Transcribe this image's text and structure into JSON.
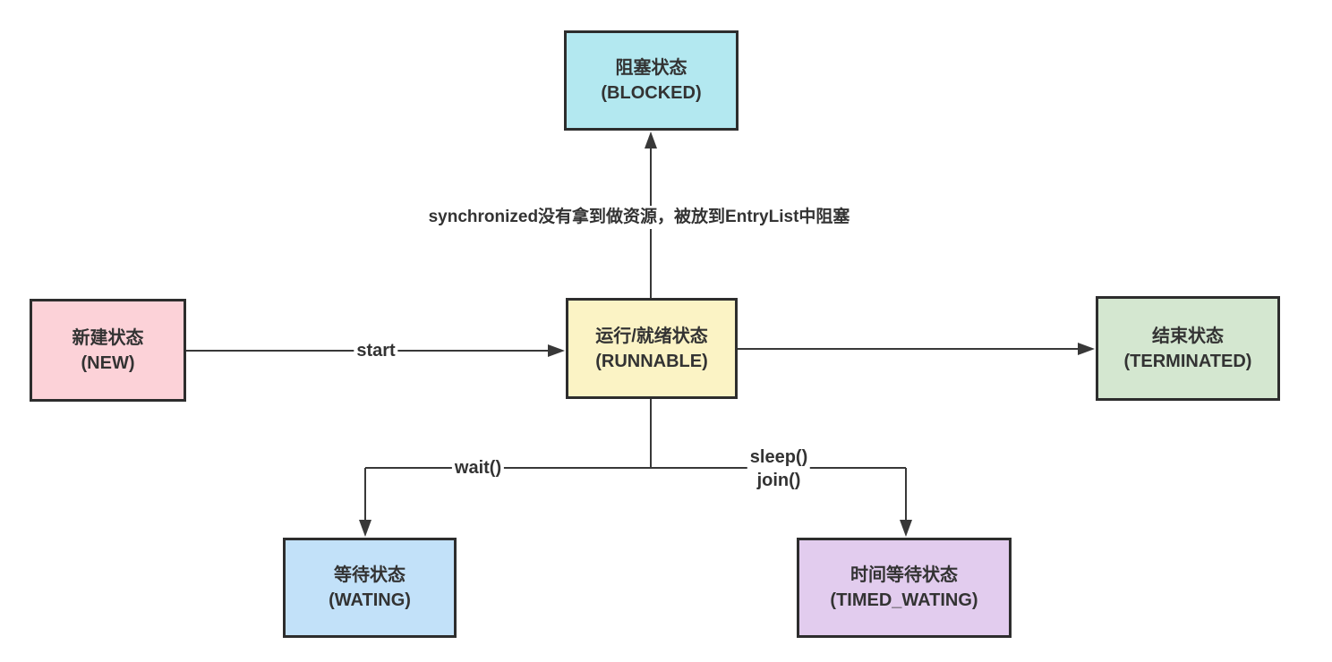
{
  "diagram": {
    "title_implicit": "Java thread states",
    "background": "#ffffff",
    "line_color": "#383838",
    "border_color": "#2d2d2d",
    "text_color": "#333333",
    "nodes": [
      {
        "id": "blocked",
        "title": "阻塞状态",
        "subtitle": "(BLOCKED)",
        "fill": "#b3e8f0"
      },
      {
        "id": "new",
        "title": "新建状态",
        "subtitle": "(NEW)",
        "fill": "#fcd2d8"
      },
      {
        "id": "runnable",
        "title": "运行/就绪状态",
        "subtitle": "(RUNNABLE)",
        "fill": "#fbf3c5"
      },
      {
        "id": "terminated",
        "title": "结束状态",
        "subtitle": "(TERMINATED)",
        "fill": "#d4e7d0"
      },
      {
        "id": "waiting",
        "title": "等待状态",
        "subtitle": "(WATING)",
        "fill": "#c2e1f9"
      },
      {
        "id": "timed_waiting",
        "title": "时间等待状态",
        "subtitle": "(TIMED_WATING)",
        "fill": "#e2ccee"
      }
    ],
    "edges": {
      "runnable_to_blocked_label": "synchronized没有拿到做资源，被放到EntryList中阻塞",
      "new_to_runnable_label": "start",
      "runnable_to_waiting_label": "wait()",
      "runnable_to_timed_waiting_label_line1": "sleep()",
      "runnable_to_timed_waiting_label_line2": "join()"
    }
  }
}
